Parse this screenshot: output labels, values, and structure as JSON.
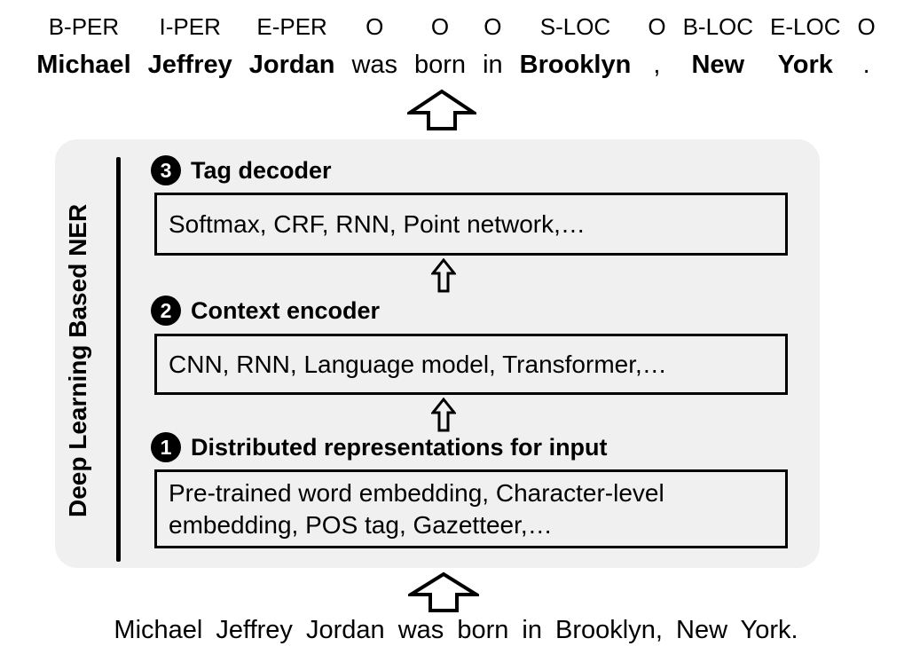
{
  "tagged_sentence": {
    "tokens": [
      {
        "tag": "B-PER",
        "word": "Michael",
        "entity": true
      },
      {
        "tag": "I-PER",
        "word": "Jeffrey",
        "entity": true
      },
      {
        "tag": "E-PER",
        "word": "Jordan",
        "entity": true
      },
      {
        "tag": "O",
        "word": "was",
        "entity": false
      },
      {
        "tag": "O",
        "word": "born",
        "entity": false
      },
      {
        "tag": "O",
        "word": "in",
        "entity": false
      },
      {
        "tag": "S-LOC",
        "word": "Brooklyn",
        "entity": true
      },
      {
        "tag": "O",
        "word": ",",
        "entity": false
      },
      {
        "tag": "B-LOC",
        "word": "New",
        "entity": true
      },
      {
        "tag": "E-LOC",
        "word": "York",
        "entity": true
      },
      {
        "tag": "O",
        "word": ".",
        "entity": false
      }
    ]
  },
  "framework": {
    "side_label": "Deep Learning Based NER",
    "sections": [
      {
        "number": "3",
        "title": "Tag decoder",
        "content": "Softmax, CRF, RNN, Point network,…"
      },
      {
        "number": "2",
        "title": "Context encoder",
        "content": "CNN, RNN, Language model, Transformer,…"
      },
      {
        "number": "1",
        "title": "Distributed representations for input",
        "content": "Pre-trained word embedding, Character-level embedding, POS tag, Gazetteer,…"
      }
    ]
  },
  "input_sentence": "Michael Jeffrey Jordan was born in Brooklyn, New York.",
  "colors": {
    "panel_bg": "#f0f0f0",
    "ink": "#000000"
  }
}
